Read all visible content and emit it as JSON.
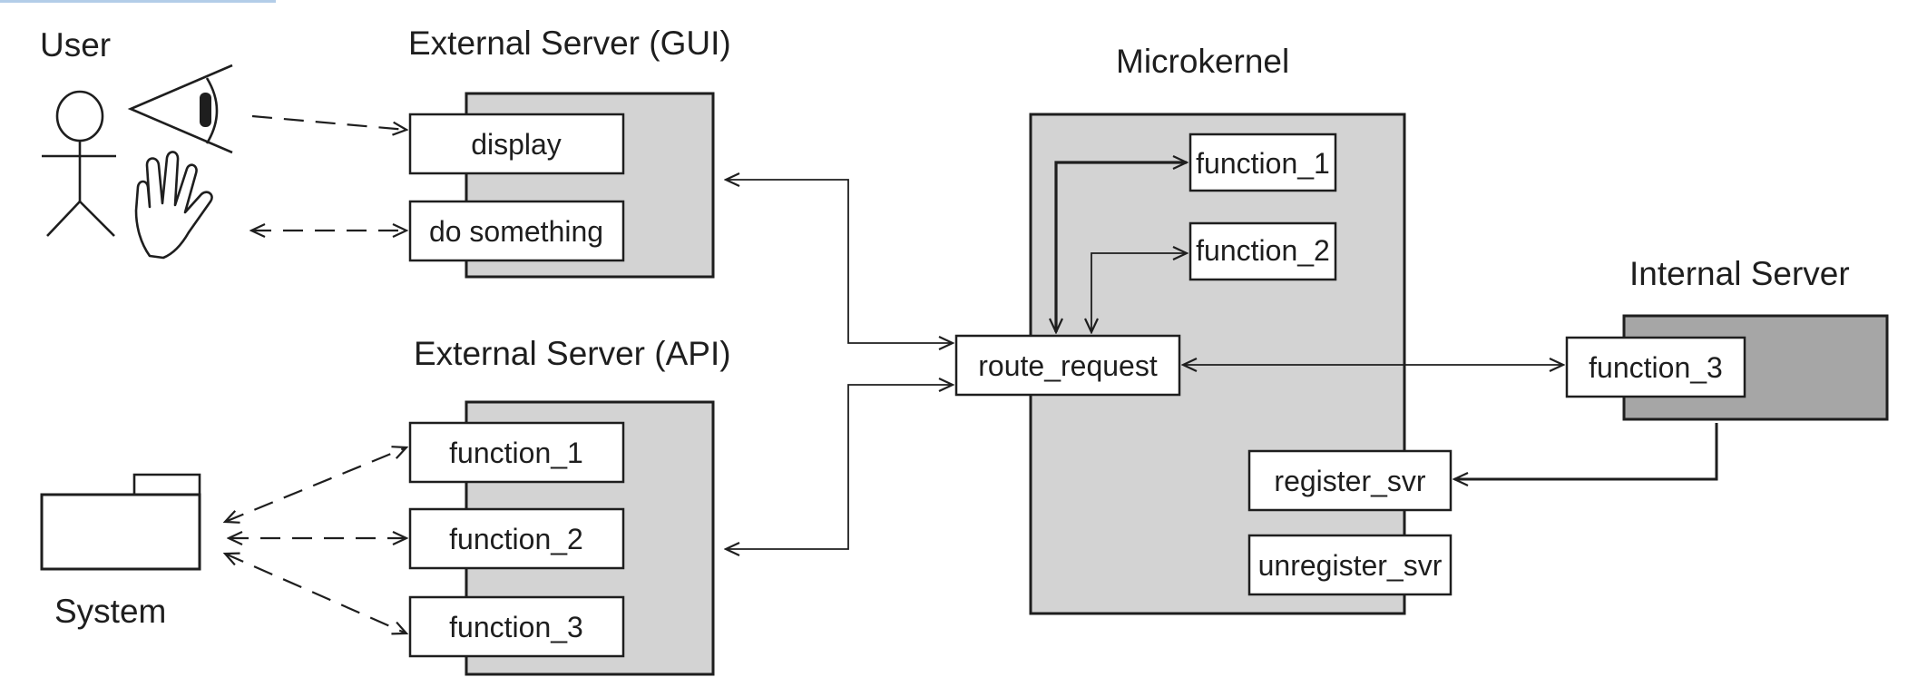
{
  "actors": {
    "user": "User",
    "system": "System"
  },
  "gui_server": {
    "title": "External Server (GUI)",
    "ports": [
      "display",
      "do something"
    ]
  },
  "api_server": {
    "title": "External Server (API)",
    "ports": [
      "function_1",
      "function_2",
      "function_3"
    ]
  },
  "microkernel": {
    "title": "Microkernel",
    "functions": [
      "function_1",
      "function_2"
    ],
    "router": "route_request",
    "services": [
      "register_svr",
      "unregister_svr"
    ]
  },
  "internal_server": {
    "title": "Internal Server",
    "ports": [
      "function_3"
    ]
  }
}
